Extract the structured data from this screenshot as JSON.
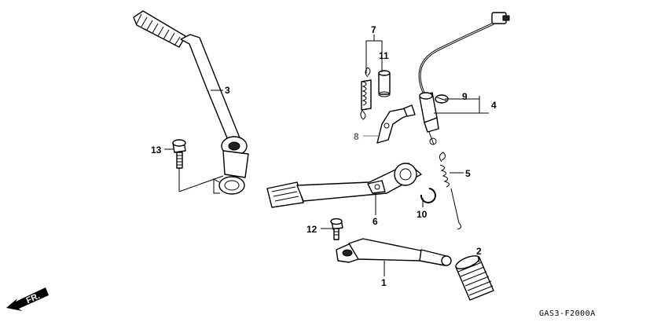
{
  "callouts": {
    "c1": "1",
    "c2": "2",
    "c3": "3",
    "c4": "4",
    "c5": "5",
    "c6": "6",
    "c7": "7",
    "c8": "8",
    "c9": "9",
    "c10": "10",
    "c11": "11",
    "c12": "12",
    "c13": "13"
  },
  "direction_label": "FR.",
  "diagram_code": "GAS3-F2000A"
}
